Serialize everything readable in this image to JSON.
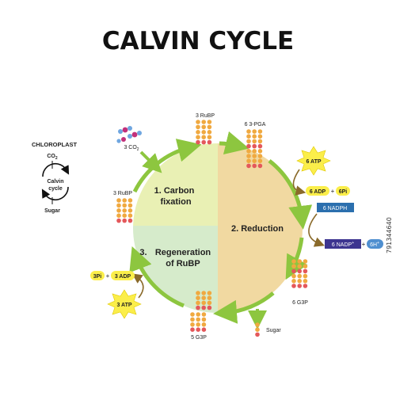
{
  "title": "CALVIN CYCLE",
  "inset": {
    "heading": "CHLOROPLAST",
    "input": "CO",
    "input_sub": "2",
    "center_line1": "Calvin",
    "center_line2": "cycle",
    "output": "Sugar"
  },
  "stages": {
    "carbon_fixation_line1": "1. Carbon",
    "carbon_fixation_line2": "fixation",
    "reduction": "2. Reduction",
    "regeneration_num": "3.",
    "regeneration_line1": "Regeneration",
    "regeneration_line2": "of RuBP"
  },
  "molecules": {
    "co2_count": "3 CO",
    "co2_sub": "2",
    "rubp_top": "3 RuBP",
    "rubp_left": "3 RuBP",
    "pga": "6 3-PGA",
    "g3p_right": "6 G3P",
    "g3p_bottom": "5 G3P",
    "sugar": "Sugar"
  },
  "energy": {
    "atp_in": "6 ATP",
    "adp_out": "6 ADP",
    "plus": "+",
    "pi_out": "6Pi",
    "nadph_in": "6 NADPH",
    "nadp_out": "6 NADP",
    "nadp_sup": "+",
    "h_out": "6H",
    "h_sup": "+",
    "atp_regen": "3 ATP",
    "pi_regen": "3Pi",
    "adp_regen": "3 ADP"
  },
  "stock_id": "791344640",
  "colors": {
    "fixation": "#e9f0b4",
    "reduction": "#f1d9a1",
    "regeneration": "#d6ebcb",
    "arrow": "#8dc63f",
    "dot_orange": "#f0a940",
    "dot_red": "#e4585b",
    "atp_yellow": "#fbee4a",
    "nadph_blue": "#2b6fae",
    "nadp_purple": "#3d3590",
    "h_blue": "#4f8fd0",
    "bronze_arrow": "#8a6a2a"
  }
}
